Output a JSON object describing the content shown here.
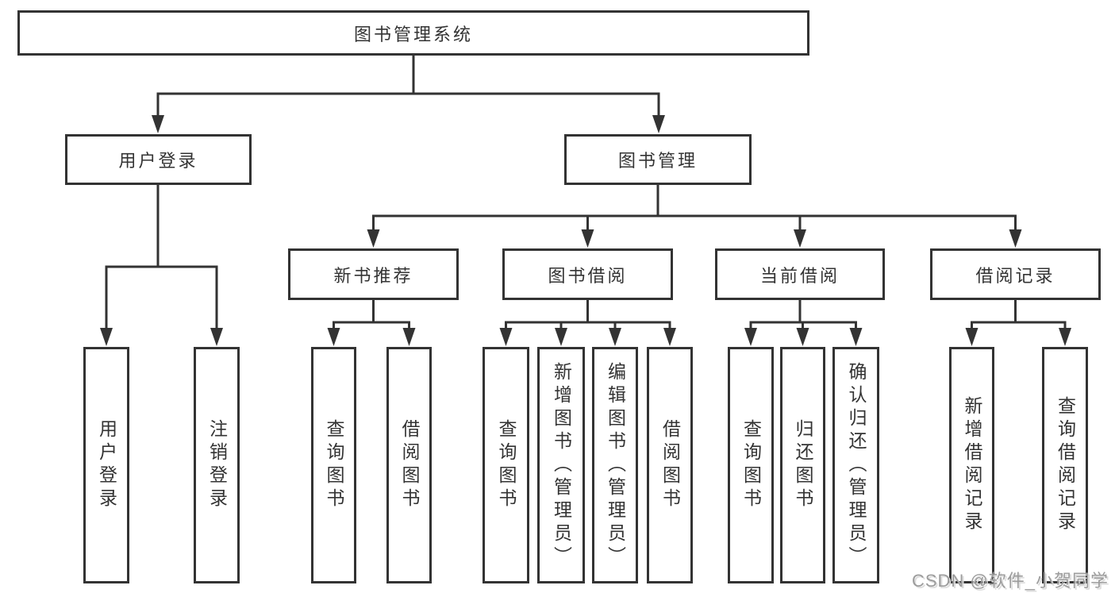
{
  "diagram_title": "图书管理系统",
  "watermark": {
    "text": "CSDN @软件_小贺同学"
  },
  "colors": {
    "line": "#333333",
    "box_background": "#ffffff",
    "text": "#333333",
    "watermark": "#9c9c9c"
  },
  "tree": {
    "root": {
      "label": "图书管理系统"
    },
    "children": [
      {
        "label": "用户登录",
        "children": [
          {
            "label": "用户登录"
          },
          {
            "label": "注销登录"
          }
        ]
      },
      {
        "label": "图书管理",
        "children": [
          {
            "label": "新书推荐",
            "children": [
              {
                "label": "查询图书"
              },
              {
                "label": "借阅图书"
              }
            ]
          },
          {
            "label": "图书借阅",
            "children": [
              {
                "label": "查询图书"
              },
              {
                "label": "新增图书（管理员）"
              },
              {
                "label": "编辑图书（管理员）"
              },
              {
                "label": "借阅图书"
              }
            ]
          },
          {
            "label": "当前借阅",
            "children": [
              {
                "label": "查询图书"
              },
              {
                "label": "归还图书"
              },
              {
                "label": "确认归还（管理员）"
              }
            ]
          },
          {
            "label": "借阅记录",
            "children": [
              {
                "label": "新增借阅记录"
              },
              {
                "label": "查询借阅记录"
              }
            ]
          }
        ]
      }
    ]
  }
}
